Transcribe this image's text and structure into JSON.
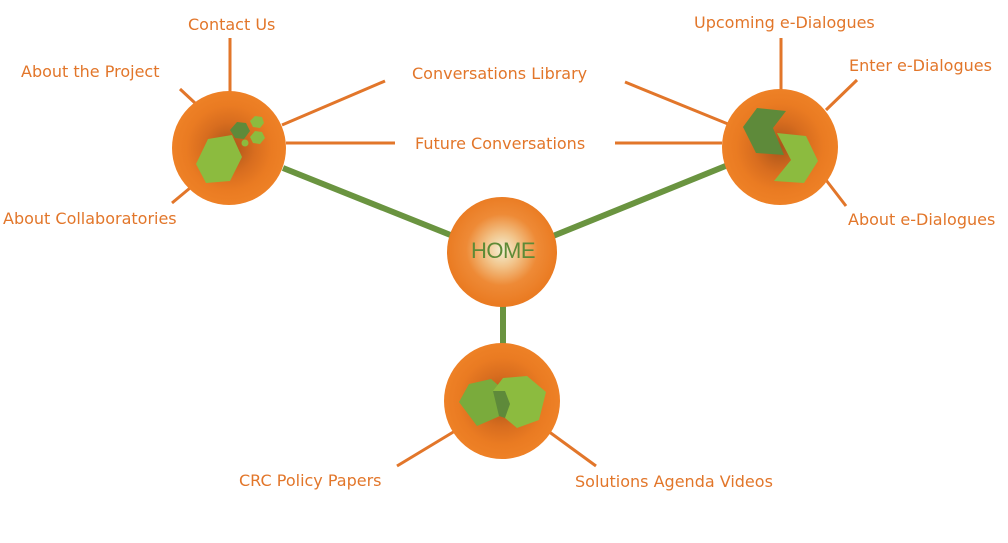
{
  "colors": {
    "orange": "#ea7b22",
    "orange_line": "#e2762a",
    "green_line": "#6a9440",
    "hex_light": "#8cbb3f",
    "hex_dark": "#5e8a3a",
    "label": "#e2762a",
    "home_text": "#5e8a36"
  },
  "home": {
    "label": "HOME",
    "icon": "home-node"
  },
  "collaboratories": {
    "icon": "hexagon-cluster-icon",
    "links": {
      "contact_us": "Contact Us",
      "about_project": "About the Project",
      "about_collaboratories": "About Collaboratories"
    }
  },
  "shared": {
    "conversations_library": "Conversations Library",
    "future_conversations": "Future Conversations"
  },
  "edialogues": {
    "icon": "chevron-exchange-icon",
    "links": {
      "upcoming": "Upcoming e-Dialogues",
      "enter": "Enter e-Dialogues",
      "about": "About e-Dialogues"
    }
  },
  "policy": {
    "icon": "double-hexagon-icon",
    "links": {
      "crc_papers": "CRC Policy Papers",
      "solutions_videos": "Solutions Agenda Videos"
    }
  }
}
